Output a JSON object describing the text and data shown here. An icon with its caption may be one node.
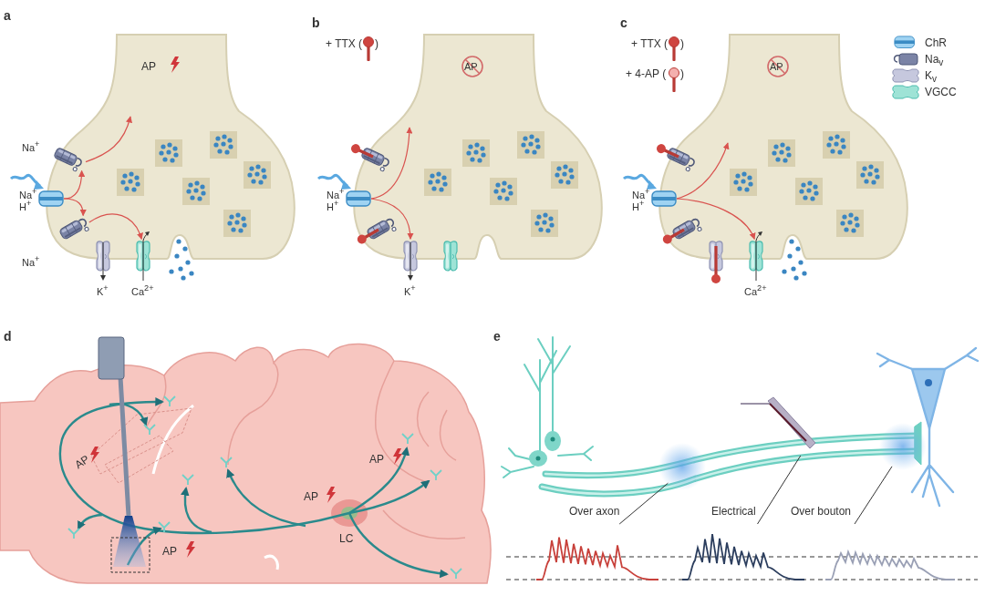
{
  "diagram": {
    "nodes": [
      {
        "text": [],
        "shape": "picture",
        "beside": [
          "Na$^{+}$",
          "H$^{+}$"
        ]
      },
      {
        "text": [],
        "shape": "picture",
        "beside": [
          "Na$^{+}$"
        ]
      },
      {
        "text": [],
        "shape": "picture",
        "beside": [
          "Na$^{+}$"
        ]
      },
      {
        "text": [],
        "shape": "picture",
        "beside": [
          "K$^{+}$"
        ]
      },
      {
        "text": [],
        "shape": "picture",
        "beside": [
          "Ca$^{2+}$"
        ]
      },
      {
        "text": [],
        "shape": "picture",
        "beside": [
          "Na$^{+}$",
          "H$^{+}$"
        ]
      },
      {
        "text": [],
        "shape": "picture"
      },
      {
        "text": [],
        "shape": "picture"
      },
      {
        "text": [],
        "shape": "picture",
        "beside": [
          "K$^{+}$"
        ]
      },
      {
        "text": [],
        "shape": "picture"
      },
      {
        "text": [],
        "shape": "picture",
        "beside": [
          "Na$^{+}$",
          "H$^{+}$"
        ]
      },
      {
        "text": [],
        "shape": "picture"
      },
      {
        "text": [],
        "shape": "picture"
      },
      {
        "text": [],
        "shape": "picture"
      },
      {
        "text": [],
        "shape": "picture",
        "beside": [
          "Ca$^{2+}$"
        ]
      },
      {
        "text": [],
        "shape": "picture"
      },
      {
        "text": [],
        "shape": "circle"
      },
      {
        "text": [],
        "shape": "picture"
      },
      {
        "text": [],
        "shape": "picture"
      },
      {
        "text": [],
        "shape": "picture"
      },
      {
        "text": [],
        "shape": "circle"
      }
    ],
    "edges": [
      {
        "from": 0,
        "to": 1,
        "arrow": "to"
      },
      {
        "from": 0,
        "to": 2,
        "arrow": "to"
      },
      {
        "from": 1,
        "to": null,
        "arrow": "to"
      },
      {
        "from": 2,
        "to": 4,
        "arrow": "to"
      },
      {
        "from": 5,
        "to": null,
        "arrow": "to"
      },
      {
        "from": 5,
        "to": 8,
        "arrow": "to"
      },
      {
        "from": 10,
        "to": null,
        "arrow": "to"
      },
      {
        "from": 10,
        "to": 14,
        "arrow": "to"
      },
      {
        "from": 15,
        "to": 16,
        "arrow": "none",
        "label": "Over axon",
        "color": "#333333"
      },
      {
        "from": 17,
        "to": 18,
        "arrow": "none",
        "label": "Electrical",
        "color": "#333333"
      },
      {
        "from": 19,
        "to": 20,
        "arrow": "none",
        "label": "Over bouton",
        "color": "#333333"
      }
    ],
    "labels": [
      "a",
      "AP",
      "b",
      "+ TTX (",
      ")",
      "AP",
      "c",
      "+ TTX (",
      ")",
      "+ 4-AP (",
      ")",
      "AP",
      "d",
      "AP",
      "AP",
      "AP",
      "AP",
      "LC",
      "e"
    ],
    "legend": [
      {
        "text": "ChR"
      },
      {
        "text": "Na$_{v}$"
      },
      {
        "text": "K$_{v}$"
      },
      {
        "text": "VGCC"
      }
    ]
  }
}
